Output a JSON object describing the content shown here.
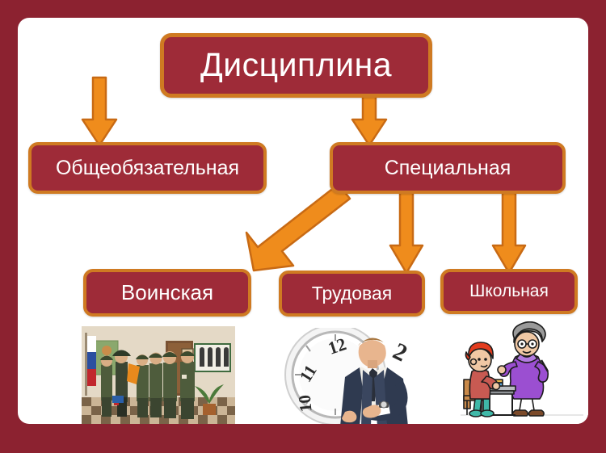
{
  "slide": {
    "title": "Дисциплина",
    "frame_color": "#8c2230",
    "page_background": "#ffffff",
    "node_fill_color": "#9e2b38",
    "node_border_color": "#cf7a22",
    "arrow_color": "#ef8c1c",
    "arrow_outline_color": "#c86a14",
    "text_color": "#ffffff"
  },
  "diagram": {
    "type": "hierarchy",
    "root": {
      "id": "root",
      "label": "Дисциплина"
    },
    "level2": [
      {
        "id": "common",
        "label": "Общеобязательная"
      },
      {
        "id": "special",
        "label": "Специальная"
      }
    ],
    "level3": [
      {
        "id": "military",
        "label": "Воинская"
      },
      {
        "id": "labor",
        "label": "Трудовая"
      },
      {
        "id": "school",
        "label": "Школьная"
      }
    ],
    "connections": [
      {
        "from": "root",
        "to": "common",
        "style": "down-arrow"
      },
      {
        "from": "root",
        "to": "special",
        "style": "down-arrow"
      },
      {
        "from": "special",
        "to": "military",
        "style": "diagonal-arrow-down-left"
      },
      {
        "from": "special",
        "to": "labor",
        "style": "down-arrow"
      },
      {
        "from": "special",
        "to": "school",
        "style": "down-arrow"
      }
    ]
  },
  "images": [
    {
      "id": "photo-military",
      "caption_node": "Воинская",
      "description": "Фотография: военнослужащие в строю в помещении"
    },
    {
      "id": "photo-clock",
      "caption_node": "Трудовая",
      "description": "Фотография: мужчина в костюме смотрит на наручные часы на фоне больших часов"
    },
    {
      "id": "photo-school",
      "caption_node": "Школьная",
      "description": "Рисунок: учительница делает замечание ученику за партой"
    }
  ]
}
